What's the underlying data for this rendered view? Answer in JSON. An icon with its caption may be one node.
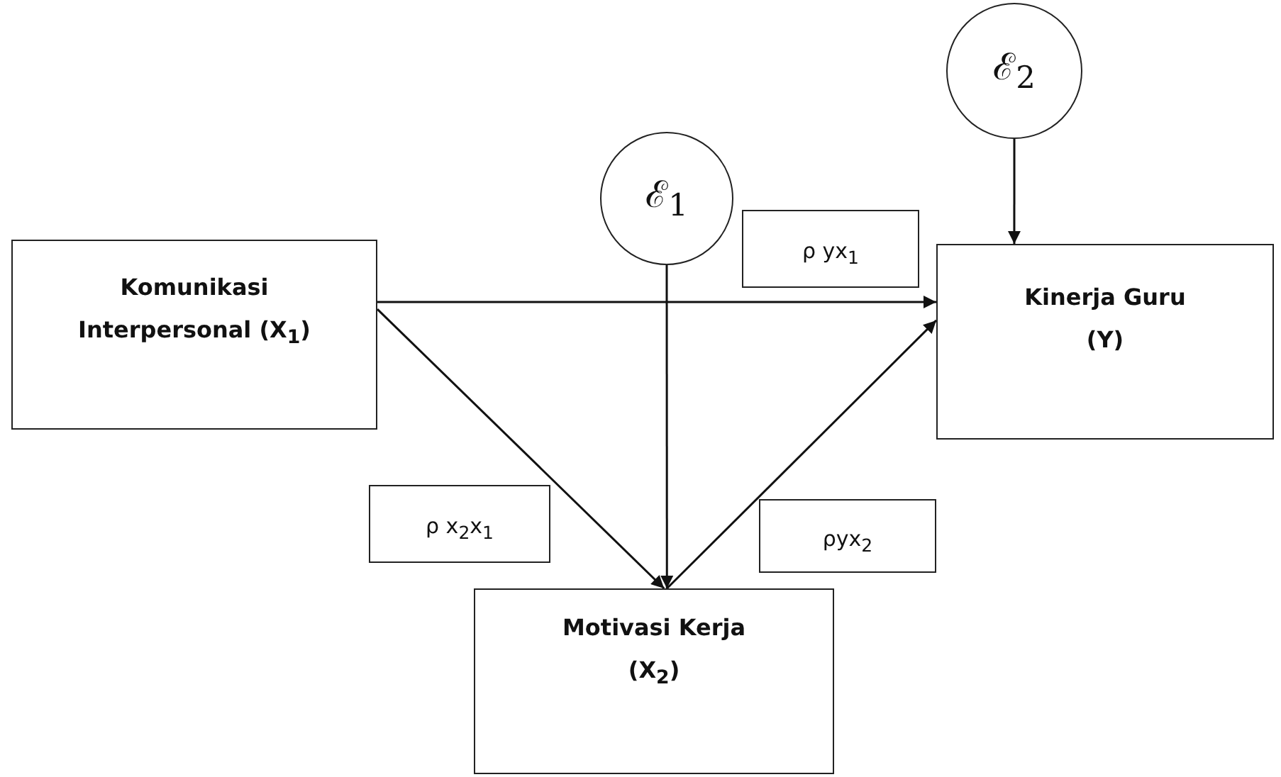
{
  "diagram": {
    "nodes": [
      {
        "text": [
          "Komunikasi Interpersonal (X$_{1}$)"
        ]
      },
      {
        "text": [
          "ℰ$_{1}$"
        ]
      },
      {
        "text": [
          "ℰ$_{2}$"
        ]
      },
      {
        "text": [
          "ρ yx$_{1}$"
        ]
      },
      {
        "text": [
          "Kinerja Guru",
          "(Y)"
        ]
      },
      {
        "text": [
          "ρ x$_{2}$x$_{1}$"
        ]
      },
      {
        "text": [
          "ρyx$_{2}$"
        ]
      },
      {
        "text": [
          "Motivasi Kerja",
          "(X$_{2}$)"
        ]
      }
    ],
    "edges": [
      {
        "from": 0,
        "to": 4,
        "arrow": "to"
      },
      {
        "from": 0,
        "to": 7,
        "arrow": "to"
      },
      {
        "from": 1,
        "to": 7,
        "arrow": "to"
      },
      {
        "from": 7,
        "to": 4,
        "arrow": "to"
      },
      {
        "from": 2,
        "to": 4,
        "arrow": "to"
      }
    ]
  }
}
